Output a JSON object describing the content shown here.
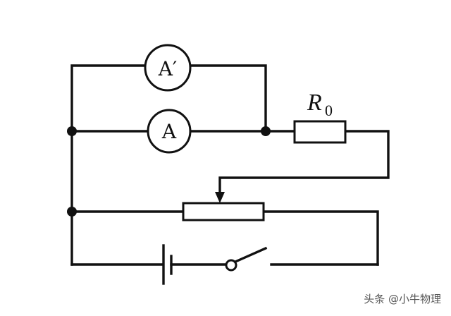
{
  "meters": {
    "ammeter_prime": "A′",
    "ammeter": "A"
  },
  "resistor": {
    "symbol": "R",
    "subscript": "0"
  },
  "watermark": "头条 @小牛物理",
  "colors": {
    "ink": "#111111",
    "background": "#ffffff"
  }
}
